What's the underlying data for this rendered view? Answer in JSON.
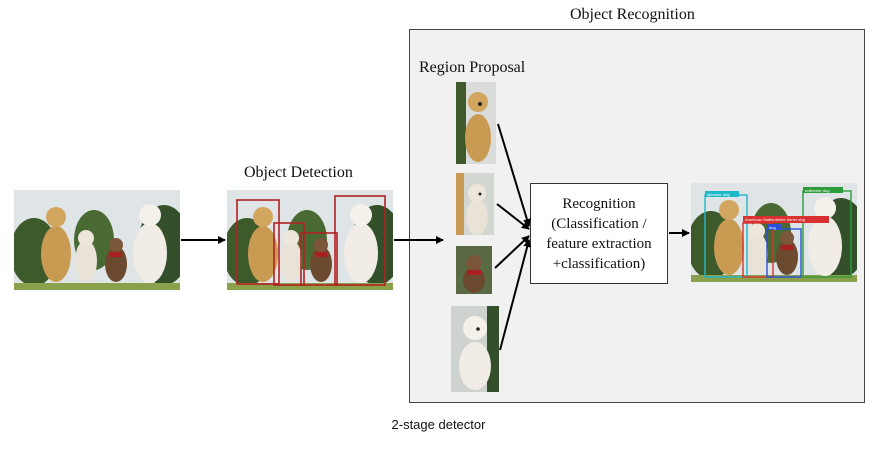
{
  "titles": {
    "object_recognition": "Object Recognition",
    "region_proposal": "Region Proposal",
    "object_detection": "Object Detection"
  },
  "recognition_box": {
    "line1": "Recognition",
    "line2": "(Classification /",
    "line3": "feature extraction",
    "line4": "+classification)"
  },
  "caption": "2-stage detector",
  "result_labels": {
    "label_1": "labrador dog",
    "label_2": "bullterrier dog",
    "label_3": "American Staffordshire terrier dog",
    "label_4": "dog"
  },
  "colors": {
    "detection_box": "#b22222",
    "panel_bg": "#f1f1f1",
    "label_cyan": "#1fb8c8",
    "label_green": "#2e9b3a",
    "label_red": "#d93030",
    "label_blue": "#2a4fd8"
  }
}
